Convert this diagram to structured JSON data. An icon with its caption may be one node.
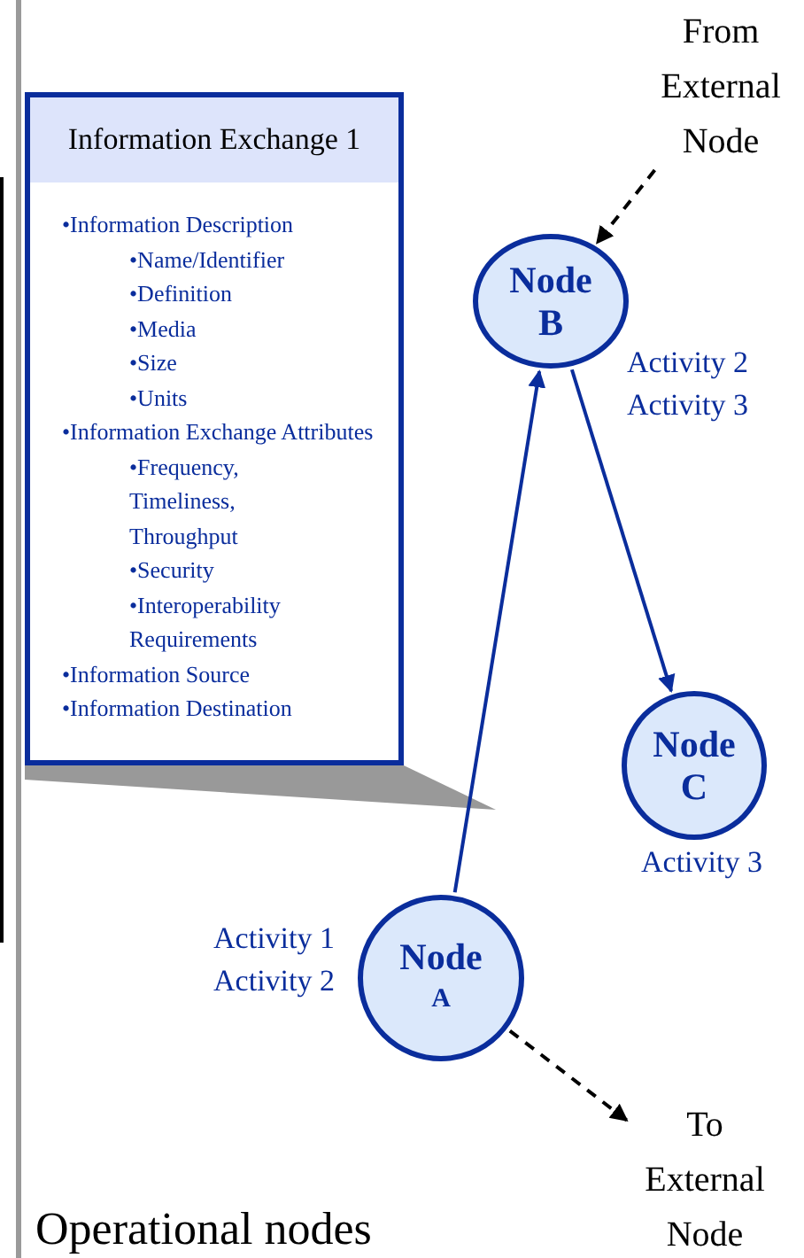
{
  "diagram": {
    "nodes": [
      {
        "text": [
          "Information Exchange 1",
          "•Information Description",
          "•Name/Identifier",
          "•Definition",
          "•Media",
          "•Size",
          "•Units",
          "•Information Exchange Attributes",
          "•Frequency, Timeliness, Throughput",
          "•Security",
          "•Interoperability Requirements",
          "•Information Source",
          "•Information Destination"
        ]
      },
      {
        "text": [
          "From External Node"
        ]
      },
      {
        "text": [
          "Node",
          "B"
        ],
        "beside": [
          "Activity 2",
          "Activity 3"
        ]
      },
      {
        "text": [
          "Node",
          "C"
        ],
        "beside": [
          "Activity 3"
        ]
      },
      {
        "text": [
          "Node",
          "A"
        ],
        "beside": [
          "Activity 1",
          "Activity 2"
        ]
      },
      {
        "text": [
          "To External Node"
        ]
      },
      {
        "text": [],
        "shape": "wedge"
      }
    ],
    "edges": [
      {
        "from": 1,
        "to": 2,
        "arrow": "to",
        "style": "dashed",
        "color": "#000000"
      },
      {
        "from": 4,
        "to": 2,
        "arrow": "to",
        "color": "#0a2d9c"
      },
      {
        "from": 2,
        "to": 3,
        "arrow": "to",
        "color": "#0a2d9c"
      },
      {
        "from": 4,
        "to": 5,
        "arrow": "to",
        "style": "dashed",
        "color": "#000000"
      }
    ],
    "labels": [
      "Operational nodes"
    ]
  }
}
